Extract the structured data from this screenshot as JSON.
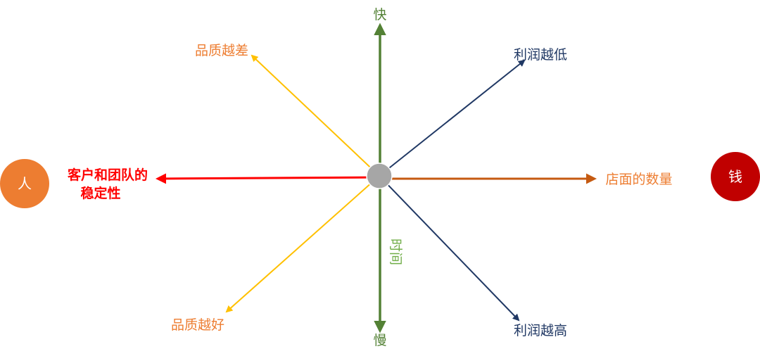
{
  "diagram": {
    "labels": {
      "top": "快",
      "bottom": "慢",
      "time": "时间",
      "upper_left": "品质越差",
      "lower_left": "品质越好",
      "upper_right": "利润越低",
      "lower_right": "利润越高",
      "right": "店面的数量",
      "left_line1": "客户和团队的",
      "left_line2": "稳定性"
    },
    "nodes": {
      "people": "人",
      "money": "钱"
    }
  },
  "colors": {
    "green": "#538135",
    "yellow": "#FFC000",
    "navy": "#203864",
    "orange_text": "#ED7D31",
    "brown_arrow": "#C55A11",
    "red": "#FF0000",
    "gray_center": "#A6A6A6",
    "people_circle": "#ED7D31",
    "money_circle": "#C00000"
  }
}
